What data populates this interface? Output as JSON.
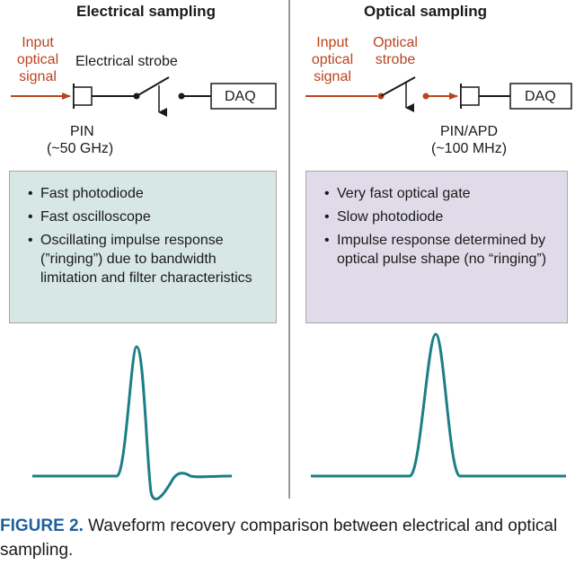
{
  "left": {
    "title": "Electrical sampling",
    "input_label": [
      "Input",
      "optical",
      "signal"
    ],
    "strobe_label": "Electrical strobe",
    "detector_label": "PIN",
    "detector_spec": "(~50 GHz)",
    "daq_label": "DAQ",
    "bullets": [
      "Fast photodiode",
      "Fast oscilloscope",
      "Oscillating impulse response (”ringing”) due to bandwidth limitation and filter characteristics"
    ],
    "box_color": "#d7e7e5"
  },
  "right": {
    "title": "Optical sampling",
    "input_label": [
      "Input",
      "optical",
      "signal"
    ],
    "strobe_label": [
      "Optical",
      "strobe"
    ],
    "detector_label": "PIN/APD",
    "detector_spec": "(~100 MHz)",
    "daq_label": "DAQ",
    "bullets": [
      "Very fast optical gate",
      "Slow photodiode",
      "Impulse response determined by optical pulse shape (no “ringing”)"
    ],
    "box_color": "#e0dbe8"
  },
  "bullet_char": "•",
  "caption": {
    "figure": "FIGURE 2.",
    "text": " Waveform recovery comparison between electrical and optical sampling."
  },
  "colors": {
    "optical_signal": "#b8441f",
    "waveform": "#1a7f86",
    "caption_label": "#1f5f9e",
    "divider": "#999999"
  }
}
